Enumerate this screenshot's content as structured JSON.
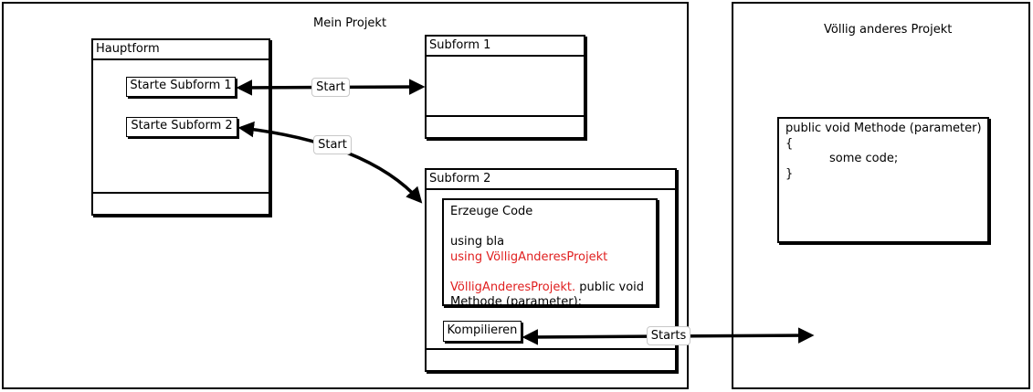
{
  "left_panel": {
    "title": "Mein Projekt"
  },
  "right_panel": {
    "title": "Völlig anderes Projekt"
  },
  "hauptform": {
    "title": "Hauptform",
    "button1": "Starte Subform 1",
    "button2": "Starte Subform 2"
  },
  "subform1": {
    "title": "Subform 1"
  },
  "subform2": {
    "title": "Subform 2",
    "code_box": {
      "line1": "Erzeuge Code",
      "line2": "",
      "line3": "using bla",
      "line4": "using VölligAnderesProjekt",
      "line5": "",
      "line6_red": "VölligAnderesProjekt.",
      "line6_rest": " public void",
      "line7": "Methode (parameter);"
    },
    "compile_button": "Kompilieren"
  },
  "code_card": {
    "line1": "public void Methode (parameter)",
    "line2": "{",
    "line3": "some code;",
    "line4": "}"
  },
  "arrows": {
    "start1": "Start",
    "start2": "Start",
    "starts": "Starts"
  },
  "colors": {
    "highlight": "#e02020",
    "stroke": "#000000"
  }
}
